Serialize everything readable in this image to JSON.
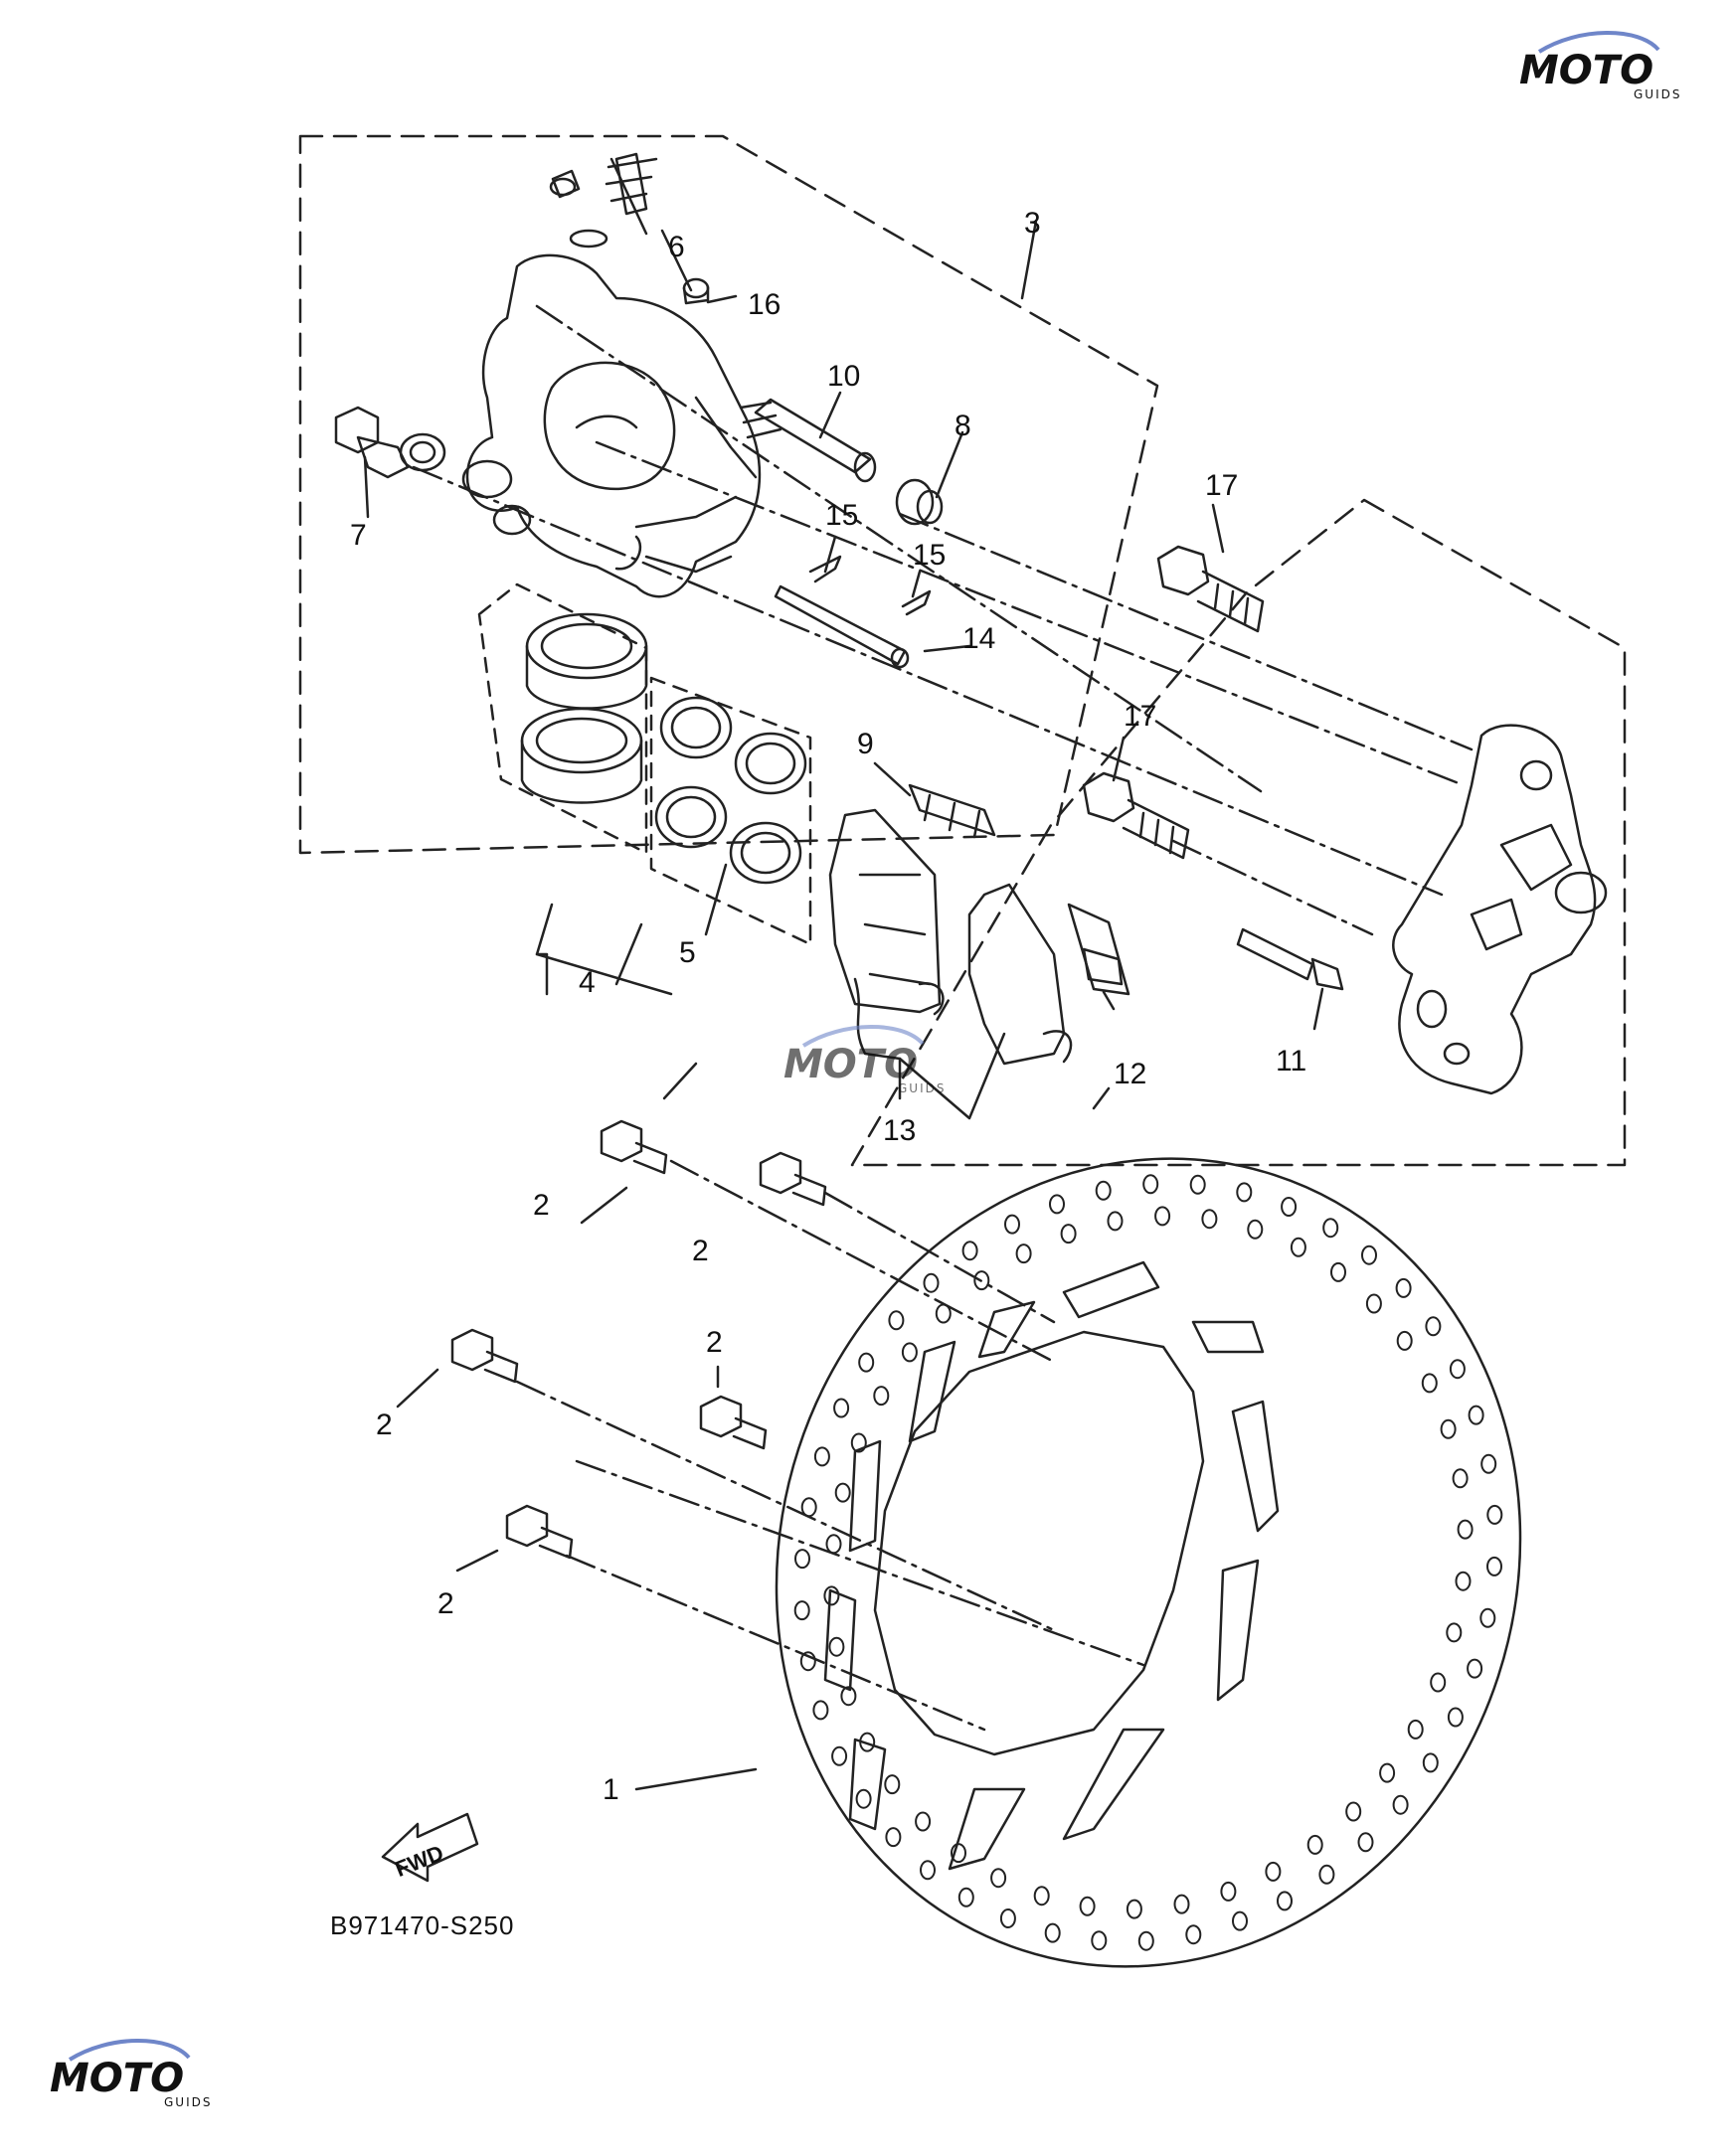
{
  "diagram": {
    "code": "B971470-S250",
    "fwd_label": "FWD",
    "callouts": [
      {
        "id": "c1",
        "label": "1"
      },
      {
        "id": "c2a",
        "label": "2"
      },
      {
        "id": "c2b",
        "label": "2"
      },
      {
        "id": "c2c",
        "label": "2"
      },
      {
        "id": "c2d",
        "label": "2"
      },
      {
        "id": "c2e",
        "label": "2"
      },
      {
        "id": "c3",
        "label": "3"
      },
      {
        "id": "c4",
        "label": "4"
      },
      {
        "id": "c5",
        "label": "5"
      },
      {
        "id": "c6",
        "label": "6"
      },
      {
        "id": "c7",
        "label": "7"
      },
      {
        "id": "c8",
        "label": "8"
      },
      {
        "id": "c9",
        "label": "9"
      },
      {
        "id": "c10",
        "label": "10"
      },
      {
        "id": "c11",
        "label": "11"
      },
      {
        "id": "c12",
        "label": "12"
      },
      {
        "id": "c13",
        "label": "13"
      },
      {
        "id": "c14",
        "label": "14"
      },
      {
        "id": "c15a",
        "label": "15"
      },
      {
        "id": "c15b",
        "label": "15"
      },
      {
        "id": "c16",
        "label": "16"
      },
      {
        "id": "c17a",
        "label": "17"
      },
      {
        "id": "c17b",
        "label": "17"
      }
    ]
  },
  "watermark": {
    "brand": "MOTO",
    "sub": "GUIDS",
    "colors": {
      "red": "#d63a3a",
      "blue": "#6f86c9",
      "gray": "#9a9a9a"
    }
  }
}
